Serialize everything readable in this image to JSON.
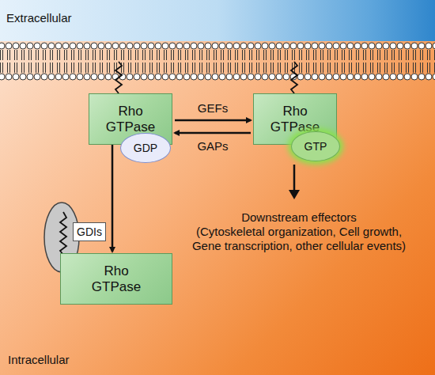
{
  "diagram": {
    "nodes": [
      {
        "text": [
          "Rho GTPase"
        ]
      },
      {
        "text": [
          "GDP"
        ]
      },
      {
        "text": [
          "Rho GTPase"
        ]
      },
      {
        "text": [
          "GTP"
        ]
      },
      {
        "text": [
          "GDIs"
        ]
      },
      {
        "text": [
          "Rho GTPase"
        ]
      }
    ],
    "edges": [
      {
        "from": 0,
        "to": 2,
        "label": "GEFs",
        "arrow": "to"
      },
      {
        "from": 2,
        "to": 0,
        "label": "GAPs",
        "arrow": "to"
      },
      {
        "from": 0,
        "to": 5,
        "arrow": "to"
      }
    ],
    "labels": [
      "Extracellular",
      "Intracellular",
      "Downstream effectors",
      "(Cytoskeletal organization, Cell growth, Gene transcription, other cellular events)"
    ]
  }
}
